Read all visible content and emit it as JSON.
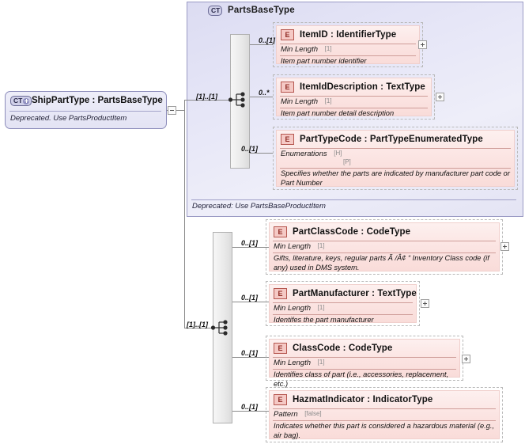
{
  "diagram": {
    "kind": "xsd-schema-diagram",
    "colors": {
      "complex_type_fill": "#e4e4f4",
      "complex_type_border": "#9a9ac4",
      "element_fill": "#fbe3e1",
      "element_border": "#f0cfcc",
      "e_badge_bg": "#f5c9c5",
      "e_badge_text": "#8e2a24",
      "line": "#8a8a8a",
      "canvas": "#ffffff"
    }
  },
  "root_element": {
    "badge": "CT",
    "badge_icon": "ct-plus-icon",
    "title": "ShipPartType : PartsBaseType",
    "description": "Deprecated. Use PartsProductItem",
    "collapse_control": "minus-box-icon"
  },
  "complex_type": {
    "badge": "CT",
    "title": "PartsBaseType",
    "footer": "Deprecated: Use PartsBaseProductItem",
    "compositor": {
      "name": "sequence-compositor",
      "cardinality": "[1]..[1]"
    },
    "elements": [
      {
        "badge": "E",
        "name": "ItemID",
        "separator": ":",
        "type": "IdentifierType",
        "title": "ItemID    : IdentifierType",
        "cardinality": "0..[1]",
        "facet_label": "Min Length",
        "facet_value": "[1]",
        "description": "Item part number identifier",
        "expand": "plus-box-icon"
      },
      {
        "badge": "E",
        "name": "ItemIdDescription",
        "separator": ":",
        "type": "TextType",
        "title": "ItemIdDescription : TextType",
        "cardinality": "0..*",
        "facet_label": "Min Length",
        "facet_value": "[1]",
        "description": "Item part number detail description",
        "expand": "plus-box-icon"
      },
      {
        "badge": "E",
        "name": "PartTypeCode",
        "separator": ":",
        "type": "PartTypeEnumeratedType",
        "title": "PartTypeCode : PartTypeEnumeratedType",
        "cardinality": "0..[1]",
        "facet_label": "Enumerations",
        "facet_value": "[H]",
        "facet_value2": "[P]",
        "description": "Specifies whether the parts are indicated by manufacturer part code or Part Number",
        "expand": null
      }
    ]
  },
  "extension_group": {
    "compositor": {
      "name": "sequence-compositor",
      "cardinality": "[1]..[1]"
    },
    "elements": [
      {
        "badge": "E",
        "name": "PartClassCode",
        "separator": ":",
        "type": "CodeType",
        "title": "PartClassCode : CodeType",
        "cardinality": "0..[1]",
        "facet_label": "Min Length",
        "facet_value": "[1]",
        "description": "Gifts, literature, keys, regular parts Ã /Â¢ “ Inventory Class code (if any) used in DMS system.",
        "expand": "plus-box-icon"
      },
      {
        "badge": "E",
        "name": "PartManufacturer",
        "separator": ":",
        "type": "TextType",
        "title": "PartManufacturer : TextType",
        "cardinality": "0..[1]",
        "facet_label": "Min Length",
        "facet_value": "[1]",
        "description": "Identifes the part manufacturer",
        "expand": "plus-box-icon"
      },
      {
        "badge": "E",
        "name": "ClassCode",
        "separator": ":",
        "type": "CodeType",
        "title": "ClassCode : CodeType",
        "cardinality": "0..[1]",
        "facet_label": "Min Length",
        "facet_value": "[1]",
        "description": "Identifies class of part (i.e., accessories, replacement, etc.)",
        "expand": "plus-box-icon"
      },
      {
        "badge": "E",
        "name": "HazmatIndicator",
        "separator": ":",
        "type": "IndicatorType",
        "title": "HazmatIndicator : IndicatorType",
        "cardinality": "0..[1]",
        "facet_label": "Pattern",
        "facet_value": "[false]",
        "description": "Indicates whether this part is considered a hazardous material (e.g., air bag).",
        "expand": null
      }
    ]
  }
}
